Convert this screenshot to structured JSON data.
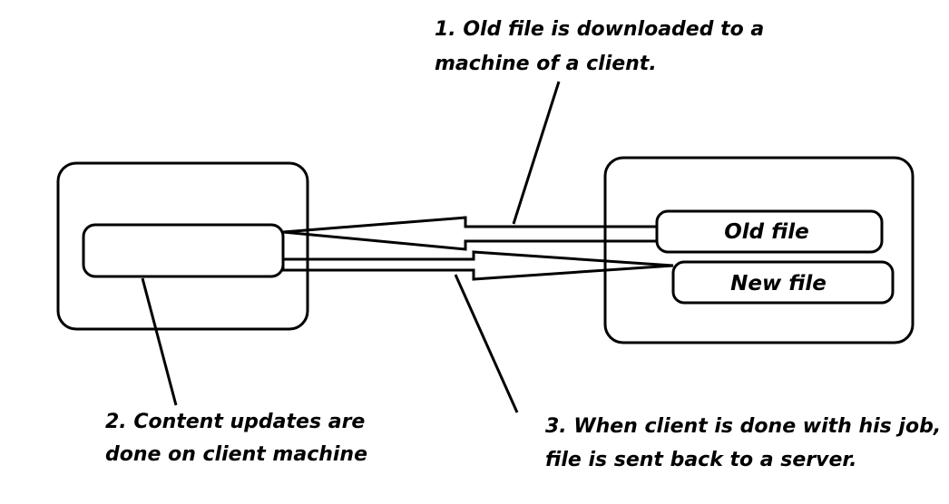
{
  "files": {
    "old_file": "Old file",
    "new_file": "New file"
  },
  "annotations": {
    "step1": {
      "line1": "1. Old file is downloaded to a",
      "line2": "machine of a client."
    },
    "step2": {
      "line1": "2. Content updates are",
      "line2": "done on client machine"
    },
    "step3": {
      "line1": "3. When client is done with his job,",
      "line2": "file is sent back to a server."
    }
  }
}
